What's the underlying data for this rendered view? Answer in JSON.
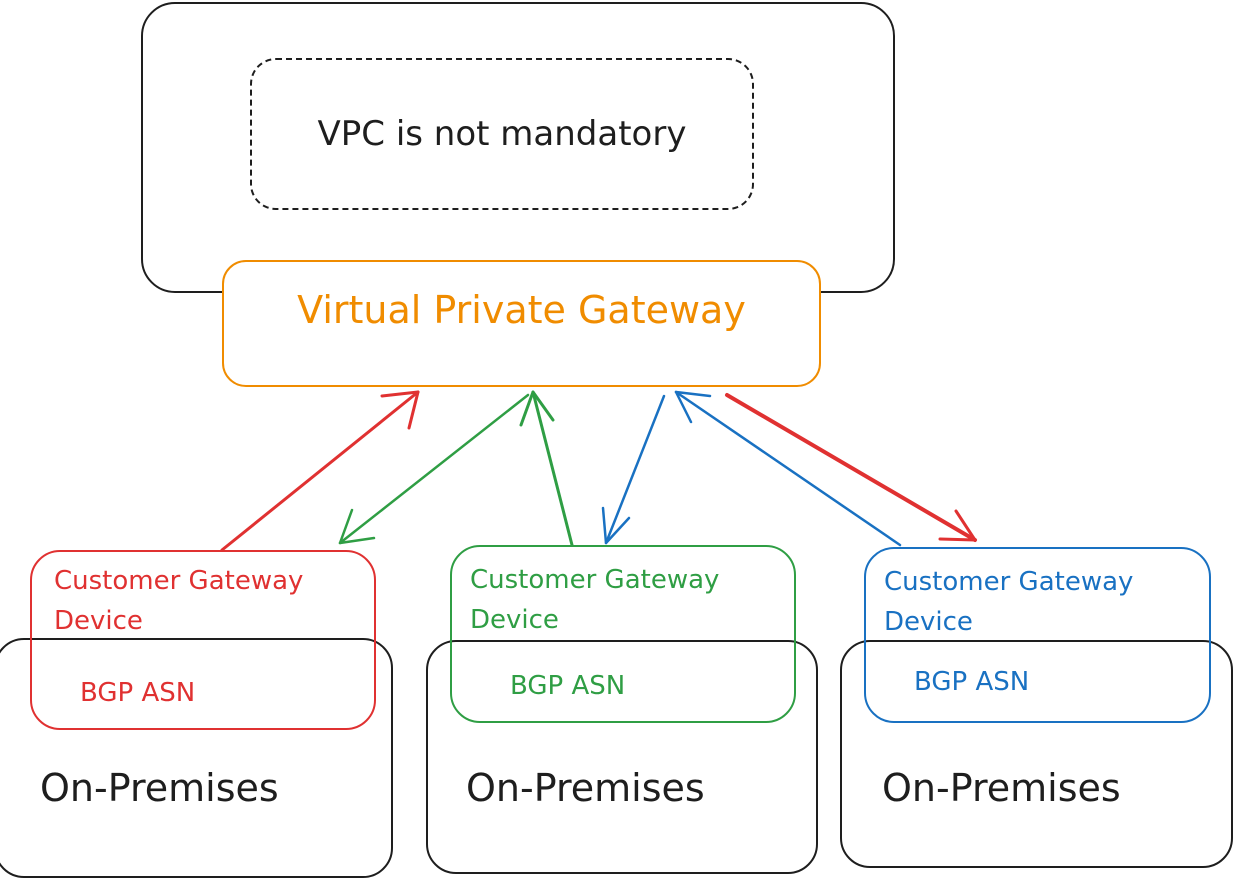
{
  "vpc": {
    "note": "VPC is not mandatory"
  },
  "gateway": {
    "label": "Virtual Private Gateway",
    "color": "#f08c00"
  },
  "customers": [
    {
      "title": "Customer Gateway Device",
      "asn": "BGP ASN",
      "site": "On-Premises",
      "color": "#e03131"
    },
    {
      "title": "Customer Gateway Device",
      "asn": "BGP ASN",
      "site": "On-Premises",
      "color": "#2f9e44"
    },
    {
      "title": "Customer Gateway Device",
      "asn": "BGP ASN",
      "site": "On-Premises",
      "color": "#1971c2"
    }
  ],
  "colors": {
    "stroke": "#1e1e1e",
    "red": "#e03131",
    "green": "#2f9e44",
    "blue": "#1971c2"
  }
}
